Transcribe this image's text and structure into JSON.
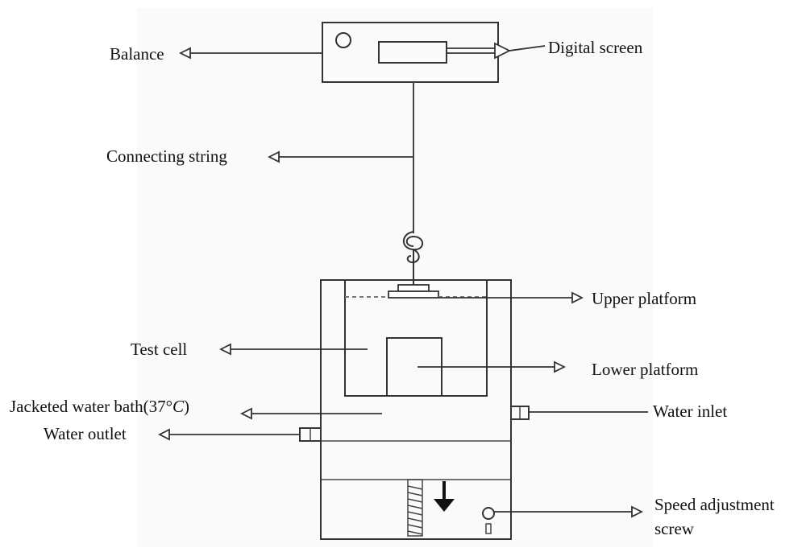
{
  "labels": {
    "balance": "Balance",
    "digital_screen": "Digital screen",
    "connecting_string": "Connecting string",
    "upper_platform": "Upper platform",
    "test_cell": "Test cell",
    "lower_platform": "Lower platform",
    "water_bath_text": "Jacketed water bath(37°",
    "water_bath_unit": "C",
    "water_bath_close": ")",
    "water_inlet": "Water inlet",
    "water_outlet": "Water outlet",
    "speed_adjustment_line1": "Speed adjustment",
    "speed_adjustment_line2": "screw"
  }
}
